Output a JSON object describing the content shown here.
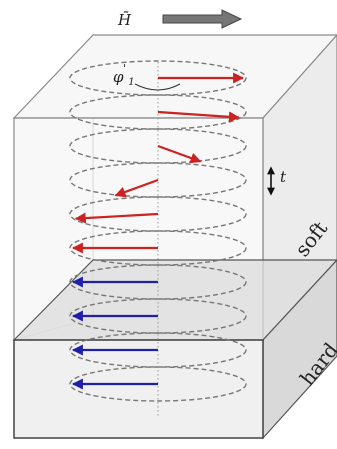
{
  "labels": {
    "field": "H̄",
    "angle": "φ",
    "angle_sup": "'",
    "angle_sub": "1",
    "thickness": "t",
    "soft": "soft",
    "hard": "hard"
  },
  "colors": {
    "soft_arrows": "#cc2222",
    "hard_arrows": "#1f1fa8",
    "box_front_face": "#efefef",
    "box_side_face": "#e3e3e3",
    "box_top_face": "#d8d8d8",
    "box_edges": "#8a8a8a",
    "spiral_loops": "#777777",
    "field_arrow": "#666666"
  },
  "magnetization": {
    "soft_layer_angles_deg": [
      0,
      18,
      60,
      120,
      165,
      180
    ],
    "hard_layer_angles_deg": [
      180,
      180,
      180,
      180
    ]
  }
}
